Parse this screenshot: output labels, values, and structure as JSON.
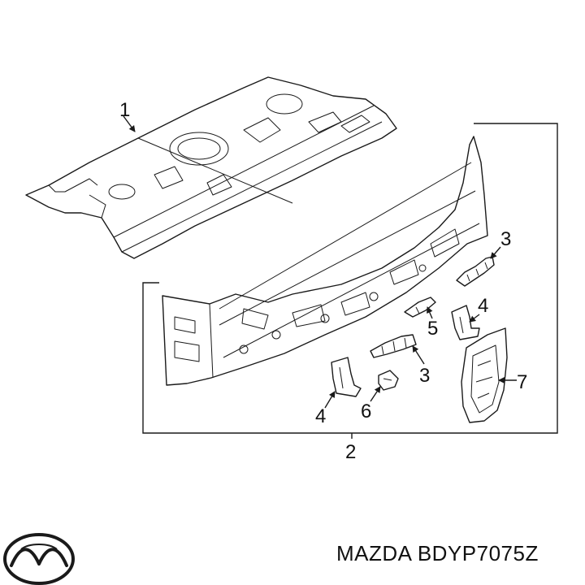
{
  "callouts": {
    "c1": "1",
    "c2": "2",
    "c3a": "3",
    "c3b": "3",
    "c4a": "4",
    "c4b": "4",
    "c5": "5",
    "c6": "6",
    "c7": "7"
  },
  "caption": {
    "brand": "MAZDA",
    "part_number": "BDYP7075Z"
  },
  "logo": {
    "name": "mazda-logo",
    "color": "#1a1a1a"
  }
}
